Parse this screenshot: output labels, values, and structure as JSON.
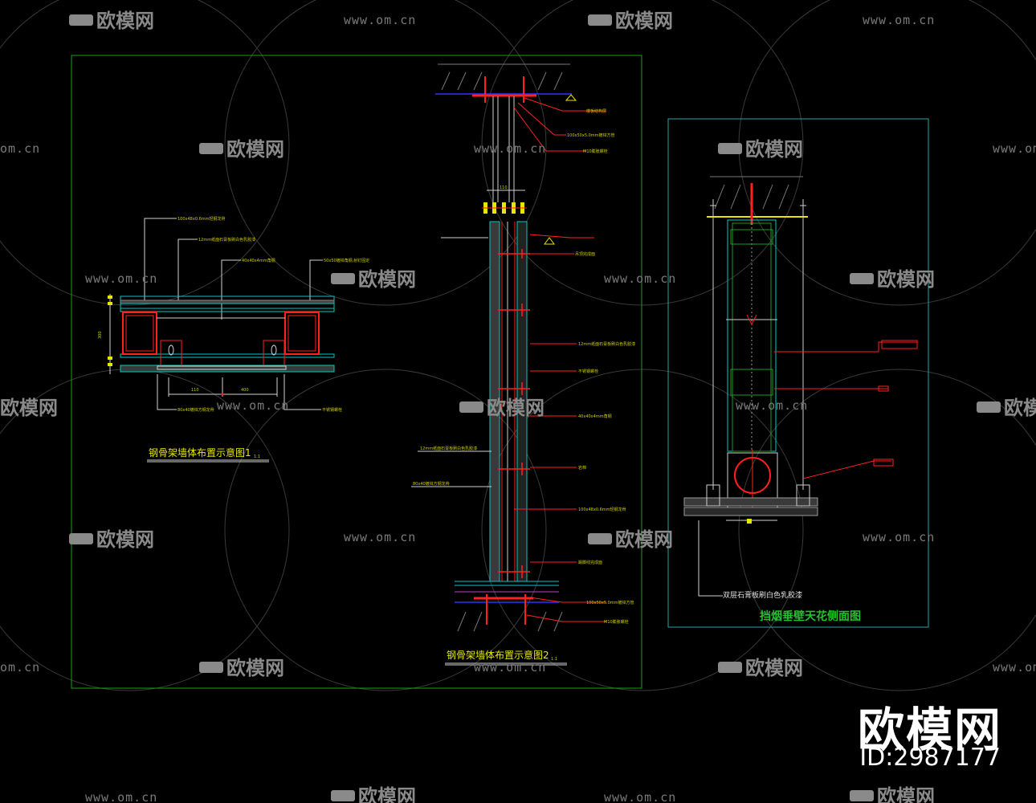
{
  "watermark": {
    "logo_text": "欧模网",
    "url_text": "www.om.cn",
    "url_text_cut": "om.cn"
  },
  "drawings": {
    "plan1_title": "钢骨架墙体布置示意图1",
    "plan1_scale": "1:1",
    "plan2_title": "钢骨架墙体布置示意图2",
    "plan2_scale": "1:1",
    "section_title": "挡烟垂壁天花侧面图",
    "section_note": "双层石膏板刷白色乳胶漆",
    "dim_top": "110",
    "dim_left_a": "110",
    "dim_left_b": "400"
  },
  "brand": {
    "name": "欧模网",
    "id": "ID:2987177"
  },
  "colors": {
    "background": "#000000",
    "frame_green": "#1f9a1f",
    "frame_cyan": "#2aa6a6",
    "red": "#ff2020",
    "yellow": "#e6e600",
    "cyan": "#00c8c8",
    "watermark": "#8a8a8a"
  }
}
